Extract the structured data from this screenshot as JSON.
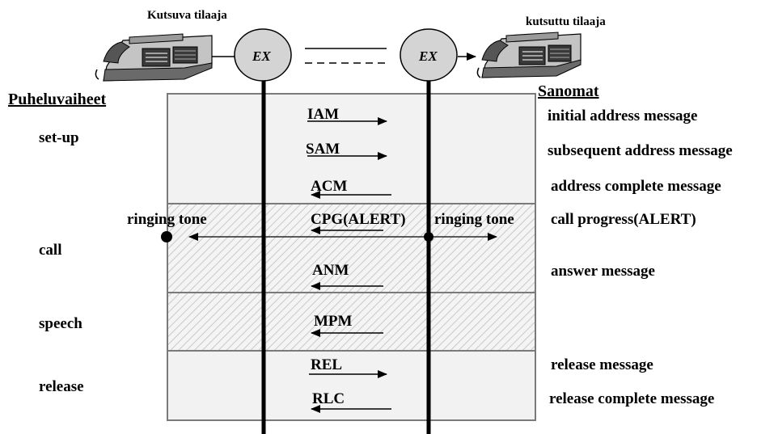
{
  "title_left": "Kutsuva tilaaja",
  "title_right": "kutsuttu tilaaja",
  "exchange_label": "EX",
  "heading_phases": "Puheluvaiheet",
  "heading_messages": "Sanomat",
  "phases": [
    "set-up",
    "call",
    "speech",
    "release"
  ],
  "messages": {
    "iam": "IAM",
    "sam": "SAM",
    "acm": "ACM",
    "cpg": "CPG(ALERT)",
    "anm": "ANM",
    "mpm": "MPM",
    "rel": "REL",
    "rlc": "RLC"
  },
  "descriptions": {
    "iam": "initial address message",
    "sam": "subsequent address message",
    "acm": "address complete message",
    "cpg": "call progress(ALERT)",
    "anm": "answer message",
    "rel": "release message",
    "rlc": "release complete message"
  },
  "ringing_left": "ringing tone",
  "ringing_right": "ringing tone",
  "colors": {
    "box_fill": "#f2f2f2",
    "exchange_fill": "#d4d4d4",
    "hatch": "#cfcfcf"
  }
}
